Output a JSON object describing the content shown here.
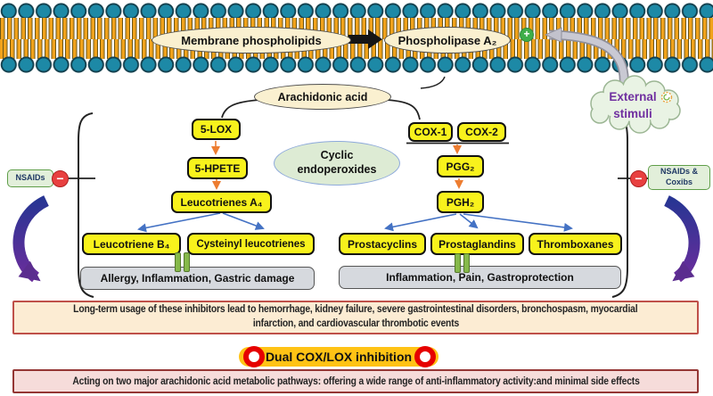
{
  "membrane": {
    "phospholipids": "Membrane phospholipids",
    "phospholipase": "Phospholipase A₂",
    "plus": "+"
  },
  "external_stimuli": {
    "line1": "External",
    "line2": "stimuli"
  },
  "pathway": {
    "arachidonic_acid": "Arachidonic acid",
    "cyclic_endoperoxides": {
      "line1": "Cyclic",
      "line2": "endoperoxides"
    },
    "lox": {
      "enzyme": "5-LOX",
      "hpete": "5-HPETE",
      "leucotrienes_a4": "Leucotrienes A₄",
      "leucotriene_b4": "Leucotriene B₄",
      "cysteinyl": "Cysteinyl leucotrienes",
      "effects": "Allergy, Inflammation, Gastric damage"
    },
    "cox": {
      "cox1": "COX-1",
      "cox2": "COX-2",
      "pgg2": "PGG₂",
      "pgh2": "PGH₂",
      "prostacyclins": "Prostacyclins",
      "prostaglandins": "Prostaglandins",
      "thromboxanes": "Thromboxanes",
      "effects": "Inflammation, Pain,  Gastroprotection"
    }
  },
  "inhibitors": {
    "left_label": "NSAIDs",
    "right_line1": "NSAIDs &",
    "right_line2": "Coxibs",
    "minus": "−"
  },
  "footer": {
    "warning_line1": "Long-term usage of these inhibitors lead to hemorrhage, kidney failure, severe gastrointestinal disorders, bronchospasm, myocardial",
    "warning_line2": "infarction, and cardiovascular thrombotic events",
    "banner": "Dual COX/LOX inhibition",
    "note": "Acting on two major arachidonic acid metabolic pathways: offering a wide range of anti-inflammatory activity:and minimal side effects"
  },
  "colors": {
    "membrane_head": "#1d89a6",
    "membrane_tail": "#f0a21b",
    "box_yellow": "#f8f21c",
    "effects_gray": "#d6d9de",
    "arrow_orange": "#ed7d31",
    "arrow_blue": "#4472c4",
    "purple_arrow": "#6a2d9c",
    "banner_yellow": "#ffc315",
    "ring_red": "#e60000",
    "warning_border": "#bf5049",
    "note_border": "#943634",
    "nsaid_green": "#e2efda",
    "minus_red": "#e84040",
    "plus_green": "#3fae49",
    "cloud_text_purple": "#7030a0"
  }
}
